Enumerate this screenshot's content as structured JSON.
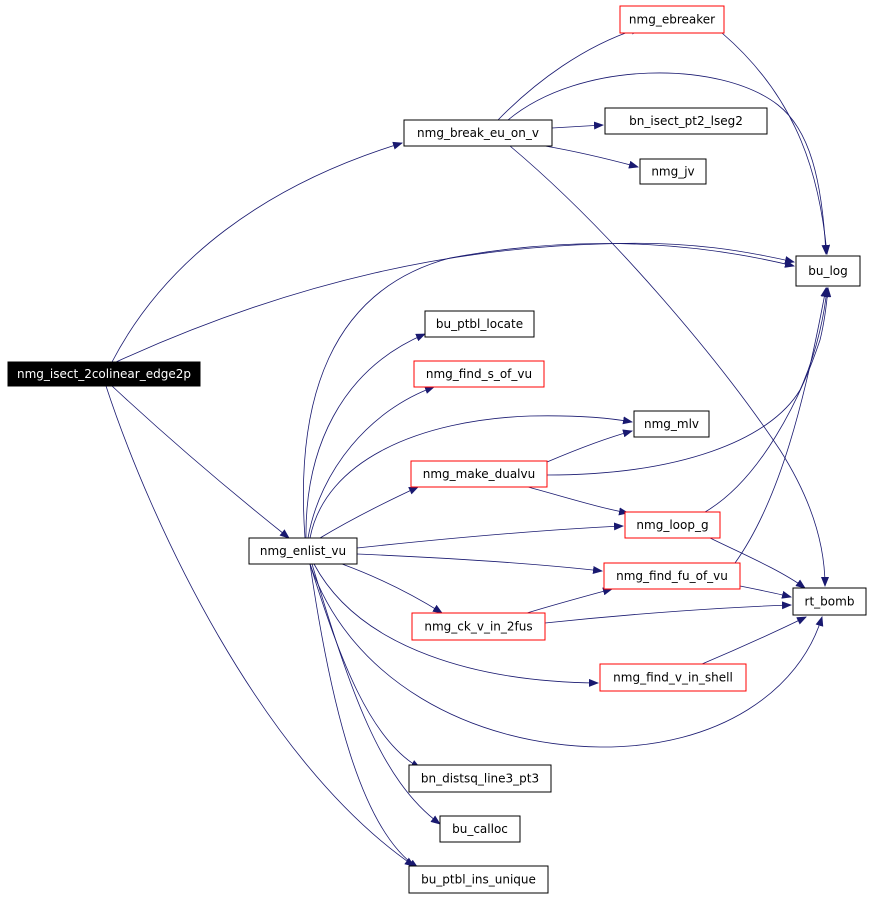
{
  "colors": {
    "edge": "#191970",
    "node_border_default": "#000000",
    "node_border_truncated": "#ff0000",
    "root_fill": "#000000",
    "root_text": "#ffffff",
    "node_fill": "#ffffff",
    "node_text": "#000000"
  },
  "nodes": [
    {
      "id": "root",
      "label": "nmg_isect_2colinear_edge2p",
      "style": "root"
    },
    {
      "id": "break_eu",
      "label": "nmg_break_eu_on_v",
      "style": "default"
    },
    {
      "id": "ebreaker",
      "label": "nmg_ebreaker",
      "style": "truncated"
    },
    {
      "id": "isect_pt2",
      "label": "bn_isect_pt2_lseg2",
      "style": "default"
    },
    {
      "id": "jv",
      "label": "nmg_jv",
      "style": "default"
    },
    {
      "id": "bu_log",
      "label": "bu_log",
      "style": "default"
    },
    {
      "id": "ptbl_locate",
      "label": "bu_ptbl_locate",
      "style": "default"
    },
    {
      "id": "find_s",
      "label": "nmg_find_s_of_vu",
      "style": "truncated"
    },
    {
      "id": "mlv",
      "label": "nmg_mlv",
      "style": "default"
    },
    {
      "id": "dualvu",
      "label": "nmg_make_dualvu",
      "style": "truncated"
    },
    {
      "id": "loop_g",
      "label": "nmg_loop_g",
      "style": "truncated"
    },
    {
      "id": "enlist",
      "label": "nmg_enlist_vu",
      "style": "default"
    },
    {
      "id": "find_fu",
      "label": "nmg_find_fu_of_vu",
      "style": "truncated"
    },
    {
      "id": "rt_bomb",
      "label": "rt_bomb",
      "style": "default"
    },
    {
      "id": "ck_v",
      "label": "nmg_ck_v_in_2fus",
      "style": "truncated"
    },
    {
      "id": "find_v",
      "label": "nmg_find_v_in_shell",
      "style": "truncated"
    },
    {
      "id": "distsq",
      "label": "bn_distsq_line3_pt3",
      "style": "default"
    },
    {
      "id": "calloc",
      "label": "bu_calloc",
      "style": "default"
    },
    {
      "id": "ins_unique",
      "label": "bu_ptbl_ins_unique",
      "style": "default"
    }
  ],
  "edges": [
    {
      "from": "root",
      "to": "break_eu"
    },
    {
      "from": "root",
      "to": "bu_log"
    },
    {
      "from": "root",
      "to": "enlist"
    },
    {
      "from": "root",
      "to": "ins_unique"
    },
    {
      "from": "break_eu",
      "to": "ebreaker"
    },
    {
      "from": "break_eu",
      "to": "isect_pt2"
    },
    {
      "from": "break_eu",
      "to": "jv"
    },
    {
      "from": "break_eu",
      "to": "bu_log"
    },
    {
      "from": "break_eu",
      "to": "rt_bomb"
    },
    {
      "from": "ebreaker",
      "to": "bu_log"
    },
    {
      "from": "enlist",
      "to": "bu_log"
    },
    {
      "from": "enlist",
      "to": "ptbl_locate"
    },
    {
      "from": "enlist",
      "to": "find_s"
    },
    {
      "from": "enlist",
      "to": "mlv"
    },
    {
      "from": "enlist",
      "to": "dualvu"
    },
    {
      "from": "enlist",
      "to": "loop_g"
    },
    {
      "from": "enlist",
      "to": "find_fu"
    },
    {
      "from": "enlist",
      "to": "ck_v"
    },
    {
      "from": "enlist",
      "to": "find_v"
    },
    {
      "from": "enlist",
      "to": "rt_bomb"
    },
    {
      "from": "enlist",
      "to": "distsq"
    },
    {
      "from": "enlist",
      "to": "calloc"
    },
    {
      "from": "enlist",
      "to": "ins_unique"
    },
    {
      "from": "dualvu",
      "to": "mlv"
    },
    {
      "from": "dualvu",
      "to": "loop_g"
    },
    {
      "from": "dualvu",
      "to": "bu_log"
    },
    {
      "from": "loop_g",
      "to": "bu_log"
    },
    {
      "from": "loop_g",
      "to": "rt_bomb"
    },
    {
      "from": "find_fu",
      "to": "bu_log"
    },
    {
      "from": "find_fu",
      "to": "rt_bomb"
    },
    {
      "from": "ck_v",
      "to": "find_fu"
    },
    {
      "from": "ck_v",
      "to": "rt_bomb"
    },
    {
      "from": "find_v",
      "to": "rt_bomb"
    }
  ]
}
